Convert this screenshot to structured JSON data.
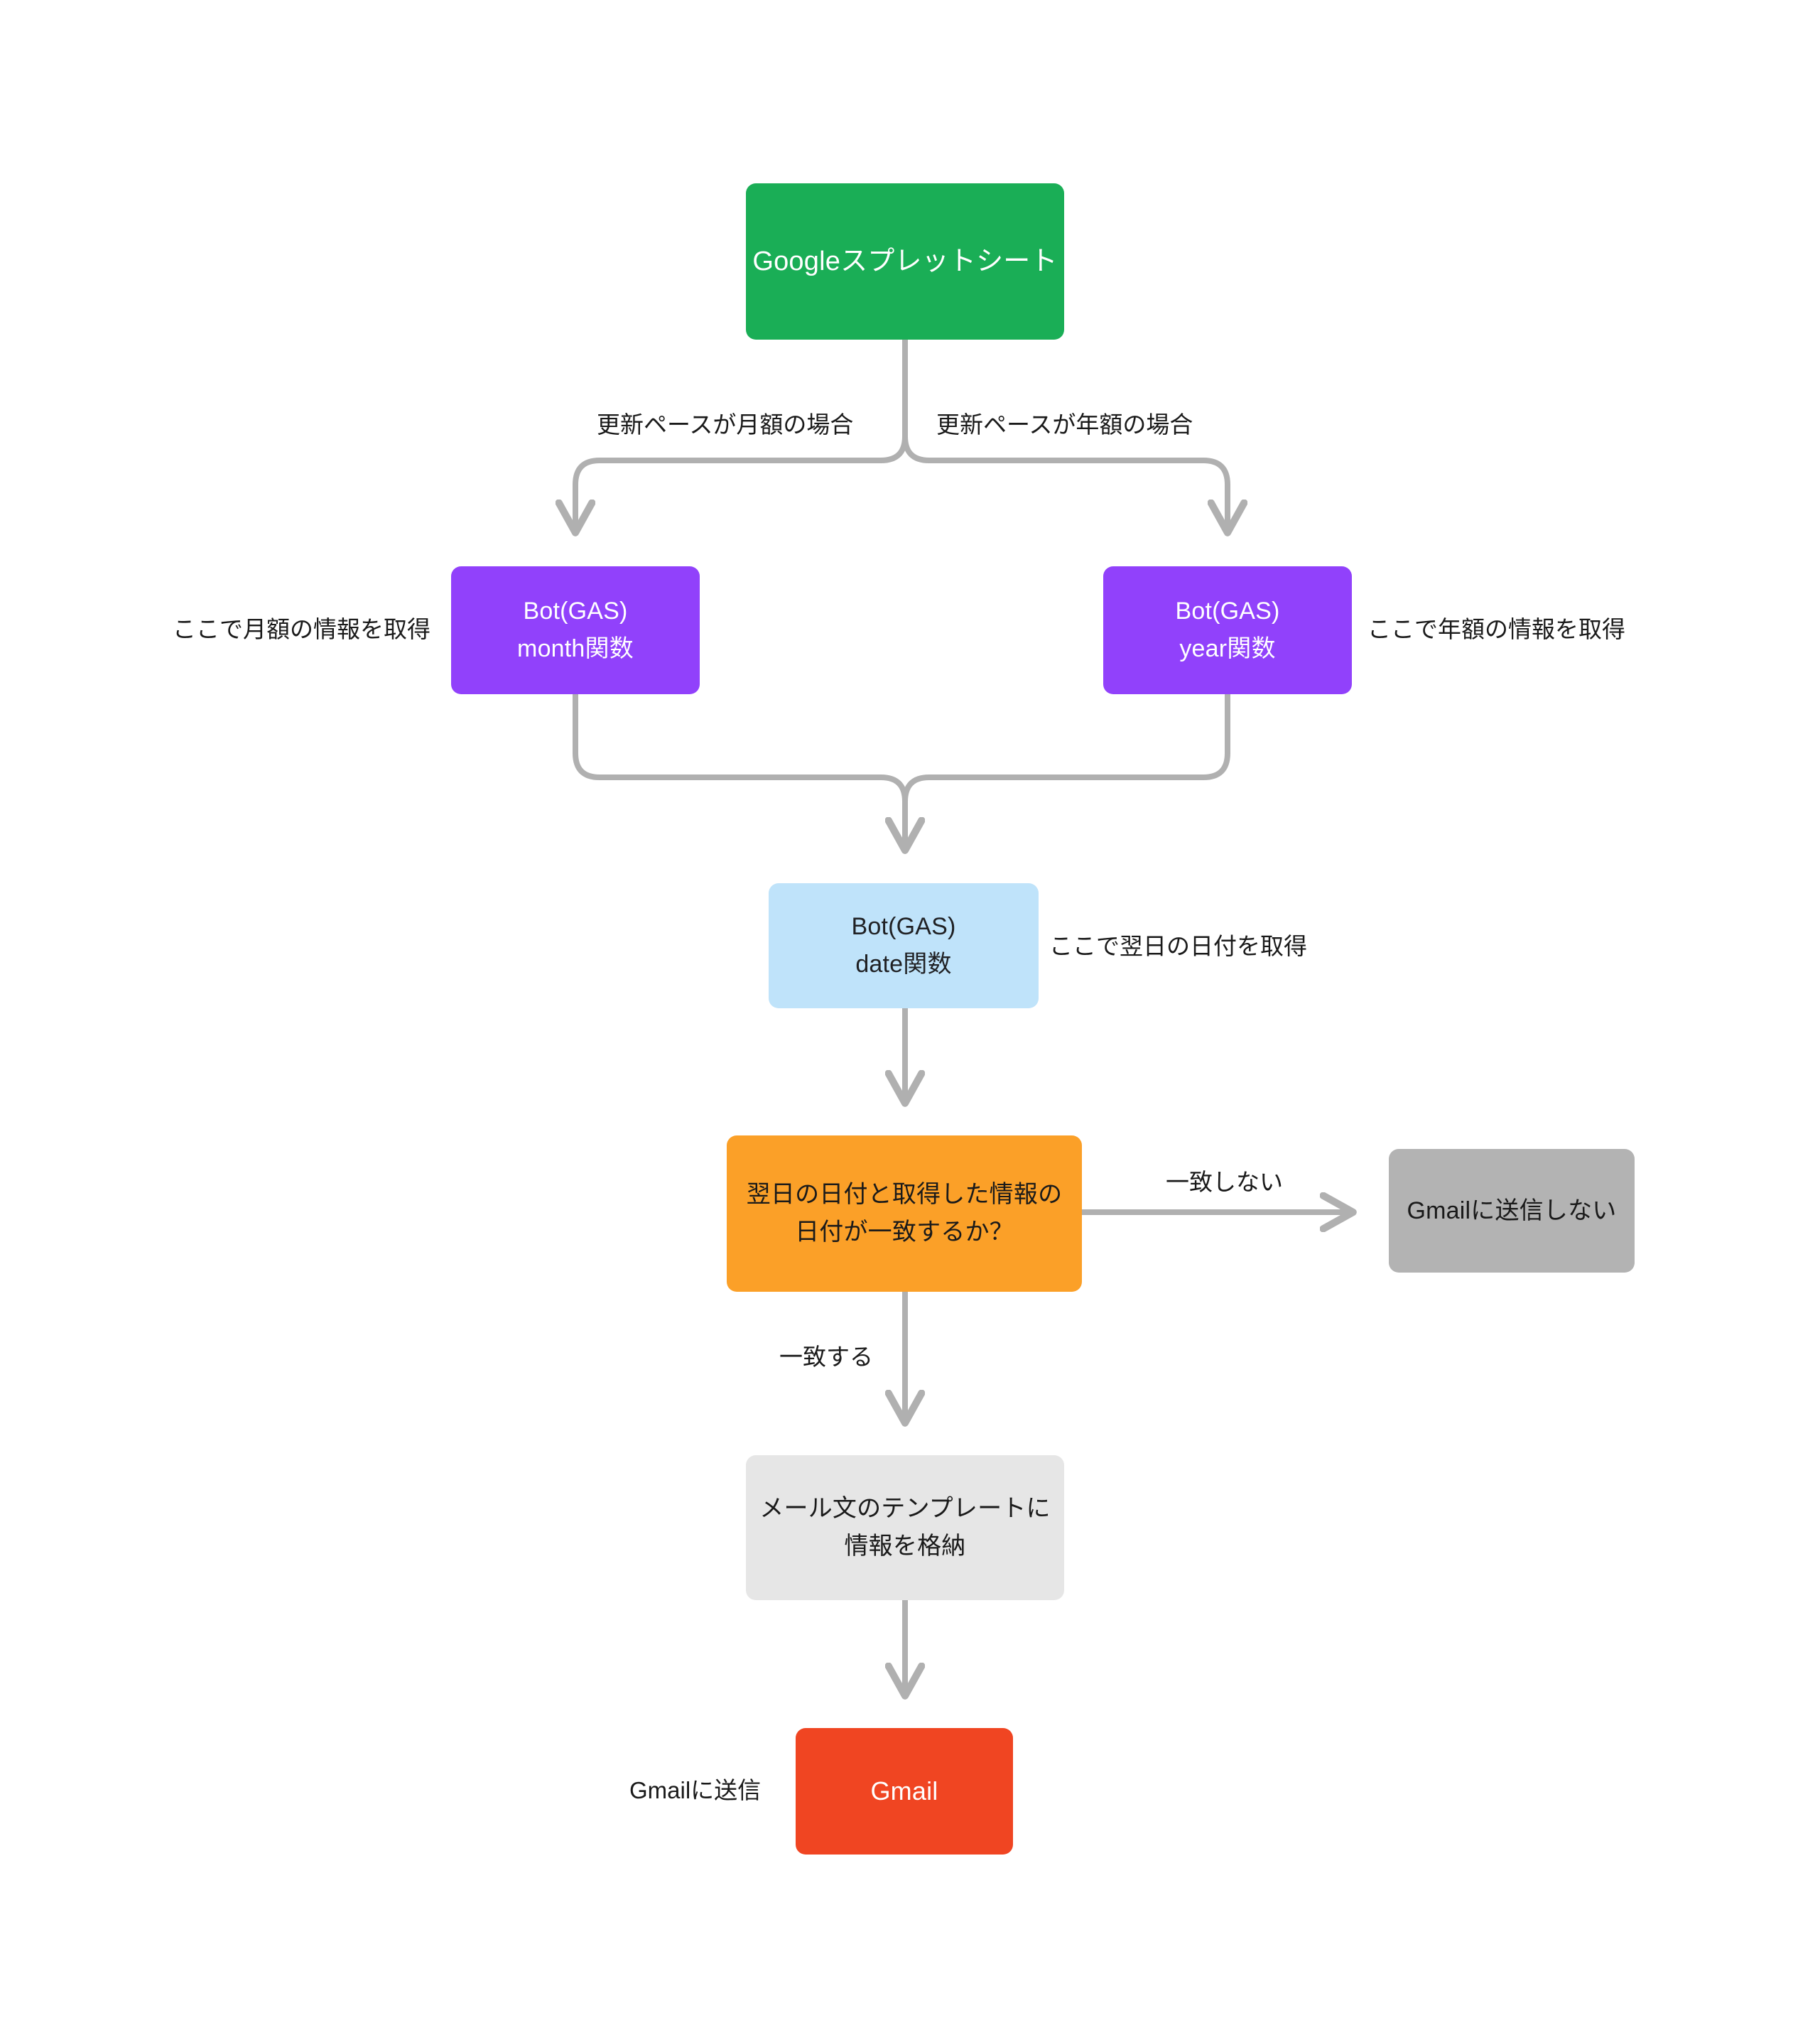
{
  "diagram": {
    "title": "Google Spreadsheet to Gmail GAS bot flowchart",
    "background": "#ffffff",
    "edge_color": "#B0B0B0",
    "nodes": [
      {
        "id": "spreadsheet",
        "label": "Googleスプレットシート",
        "color": "#1AAE56",
        "text_color": "#ffffff"
      },
      {
        "id": "bot_month",
        "line1": "Bot(GAS)",
        "line2": "month関数",
        "color": "#9141FB",
        "text_color": "#ffffff"
      },
      {
        "id": "bot_year",
        "line1": "Bot(GAS)",
        "line2": "year関数",
        "color": "#9141FB",
        "text_color": "#ffffff"
      },
      {
        "id": "bot_date",
        "line1": "Bot(GAS)",
        "line2": "date関数",
        "color": "#BFE3FA",
        "text_color": "#202124"
      },
      {
        "id": "decision",
        "line1": "翌日の日付と取得した情報の",
        "line2": "日付が一致するか？",
        "color": "#FBA028",
        "text_color": "#1a1a1a"
      },
      {
        "id": "no_send",
        "label": "Gmailに送信しない",
        "color": "#B3B3B3",
        "text_color": "#1a1a1a"
      },
      {
        "id": "template",
        "line1": "メール文のテンプレートに",
        "line2": "情報を格納",
        "color": "#E6E6E6",
        "text_color": "#1a1a1a"
      },
      {
        "id": "gmail",
        "label": "Gmail",
        "color": "#F04522",
        "text_color": "#ffffff"
      }
    ],
    "edge_labels": {
      "monthly": "更新ペースが月額の場合",
      "yearly": "更新ペースが年額の場合",
      "mismatch": "一致しない",
      "match": "一致する",
      "send": "Gmailに送信"
    },
    "notes": {
      "month": "ここで月額の情報を取得",
      "year": "ここで年額の情報を取得",
      "date": "ここで翌日の日付を取得"
    }
  }
}
